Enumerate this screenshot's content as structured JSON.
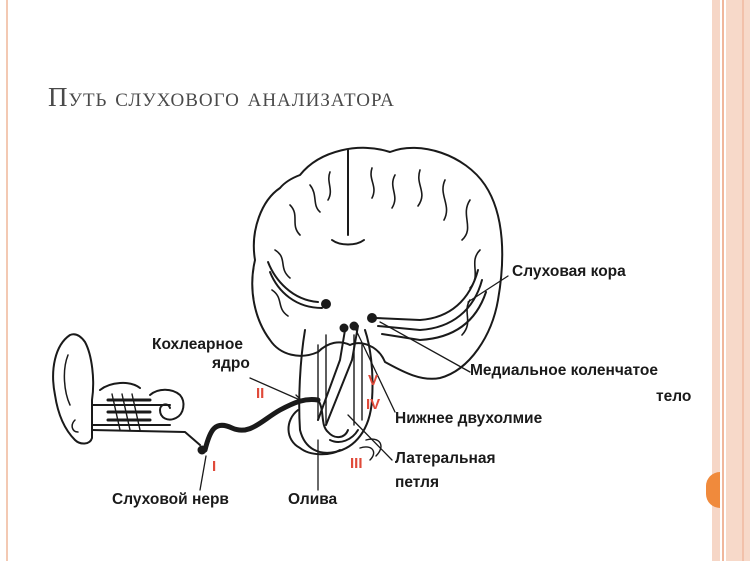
{
  "title": "Путь слухового анализатора",
  "labels": {
    "auditory_cortex": "Слуховая кора",
    "cochlear_nucleus_line1": "Кохлеарное",
    "cochlear_nucleus_line2": "ядро",
    "medial_geniculate_line1": "Медиальное коленчатое",
    "medial_geniculate_line2": "тело",
    "inferior_colliculus": "Нижнее двухолмие",
    "lateral_lemniscus_line1": "Латеральная",
    "lateral_lemniscus_line2": "петля",
    "auditory_nerve": "Слуховой нерв",
    "olive": "Олива"
  },
  "roman_numerals": {
    "i": "I",
    "ii": "II",
    "iii": "III",
    "iv": "IV",
    "v": "V"
  },
  "colors": {
    "accent": "#f08a3c",
    "roman": "#e04a3a",
    "line": "#1a1a1a",
    "stripe": "#f6d6c6"
  }
}
